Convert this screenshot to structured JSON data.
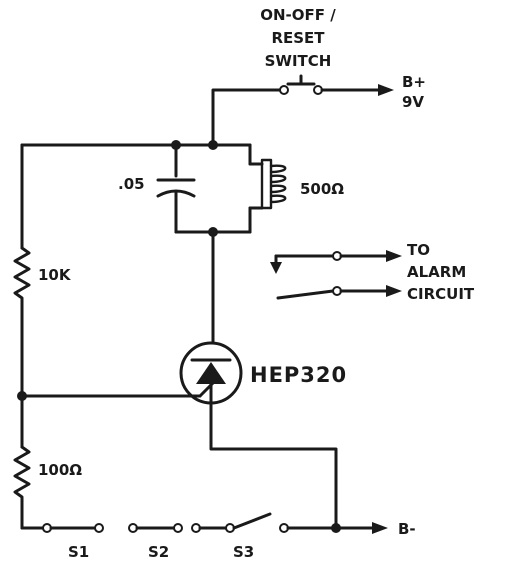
{
  "switch_label": [
    "ON-OFF /",
    "RESET",
    "SWITCH"
  ],
  "supply_positive": [
    "B+",
    "9V"
  ],
  "supply_negative": "B-",
  "capacitor_label": ".05",
  "coil_label": "500Ω",
  "resistor_top_label": "10K",
  "resistor_bottom_label": "100Ω",
  "scr_label": "HEP320",
  "alarm_label": [
    "TO",
    "ALARM",
    "CIRCUIT"
  ],
  "sensor_switches": [
    "S1",
    "S2",
    "S3"
  ]
}
